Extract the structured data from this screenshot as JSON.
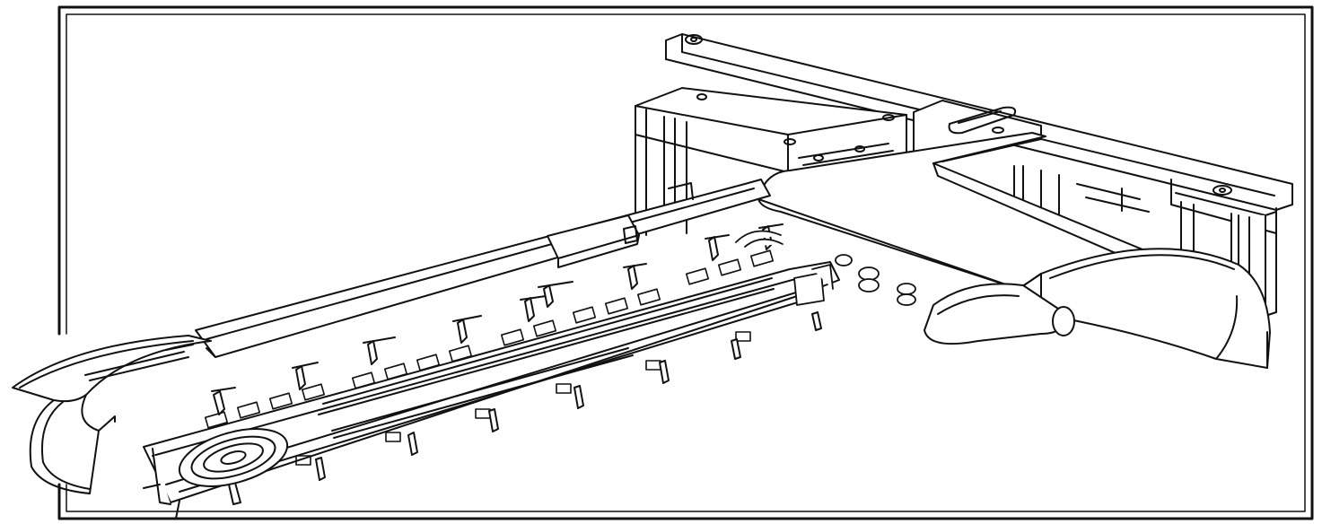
{
  "figure": {
    "style": "black-and-white isometric line drawing",
    "line_color": "#111111",
    "background_color": "#ffffff",
    "frame_color": "#222222",
    "parts": [
      "frame-border",
      "mounting-frame",
      "gearbox-housing",
      "slotted-bracket",
      "boom-plate",
      "boom-arm",
      "digging-chain",
      "chain-teeth",
      "front-sprocket",
      "soil-guard",
      "auger-cover",
      "auger-shaft"
    ]
  }
}
